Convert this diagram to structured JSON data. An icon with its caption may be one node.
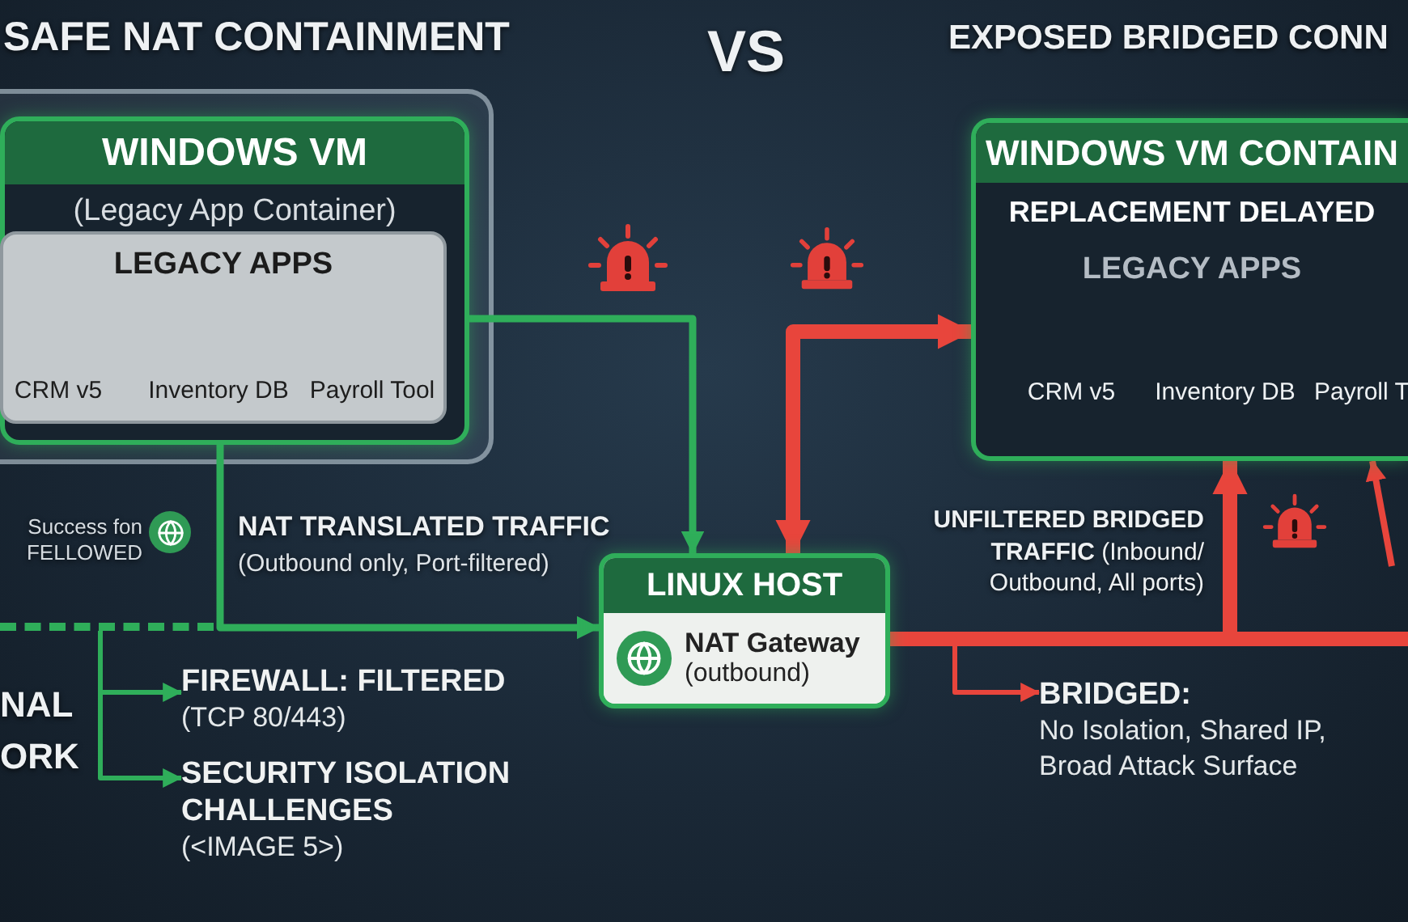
{
  "diagram": {
    "nodes": [
      {
        "text": [
          "WINDOWS VM",
          "(Legacy App Container)"
        ]
      },
      {
        "text": [
          "LEGACY APPS"
        ],
        "in": 0
      },
      {
        "text": [
          "CRM v5"
        ],
        "in": 1
      },
      {
        "text": [
          "Inventory DB"
        ],
        "in": 1
      },
      {
        "text": [
          "Payroll Tool"
        ],
        "in": 1
      },
      {
        "text": [
          "LINUX HOST",
          "NAT Gateway",
          "(outbound)"
        ]
      },
      {
        "text": [
          "WINDOWS VM CONTAIN",
          "REPLACEMENT DELAYED",
          "LEGACY APPS"
        ]
      },
      {
        "text": [
          "CRM v5"
        ],
        "in": 6
      },
      {
        "text": [
          "Inventory DB"
        ],
        "in": 6
      },
      {
        "text": [
          "Payroll T"
        ],
        "in": 6
      },
      {
        "text": [],
        "shape": "bar"
      },
      {
        "text": [
          "FIREWALL: FILTERED",
          "(TCP 80/443)"
        ]
      },
      {
        "text": [
          "SECURITY ISOLATION CHALLENGES",
          "(<IMAGE 5>)"
        ]
      },
      {
        "text": [
          "BRIDGED:",
          "No Isolation, Shared IP, Broad Attack Surface"
        ]
      }
    ],
    "edges": [
      {
        "from": 3,
        "to": 5,
        "arrow": "both",
        "color": "#2fae5a"
      },
      {
        "from": 0,
        "to": 5,
        "arrow": "to",
        "color": "#2fae5a"
      },
      {
        "from": 5,
        "to": 6,
        "arrow": "both",
        "style": "thick"
      },
      {
        "from": 5,
        "to": 6,
        "arrow": "to",
        "style": "thick"
      },
      {
        "from": 5,
        "to": null,
        "arrow": "none",
        "style": "thick"
      },
      {
        "from": null,
        "to": 6,
        "arrow": "to"
      },
      {
        "from": 5,
        "to": 13,
        "arrow": "to"
      },
      {
        "from": 10,
        "to": 11,
        "arrow": "to",
        "color": "#2fae5a"
      },
      {
        "from": 10,
        "to": 12,
        "arrow": "to",
        "color": "#2fae5a"
      }
    ],
    "labels": [
      "SAFE NAT CONTAINMENT",
      "VS",
      "EXPOSED BRIDGED CONN",
      "Success fon FELLOWED",
      "NAT TRANSLATED TRAFFIC",
      "(Outbound only, Port-filtered)",
      "NAL ORK",
      "**UNFILTERED BRIDGED TRAFFIC** (Inbound/ Outbound, All ports)"
    ]
  }
}
